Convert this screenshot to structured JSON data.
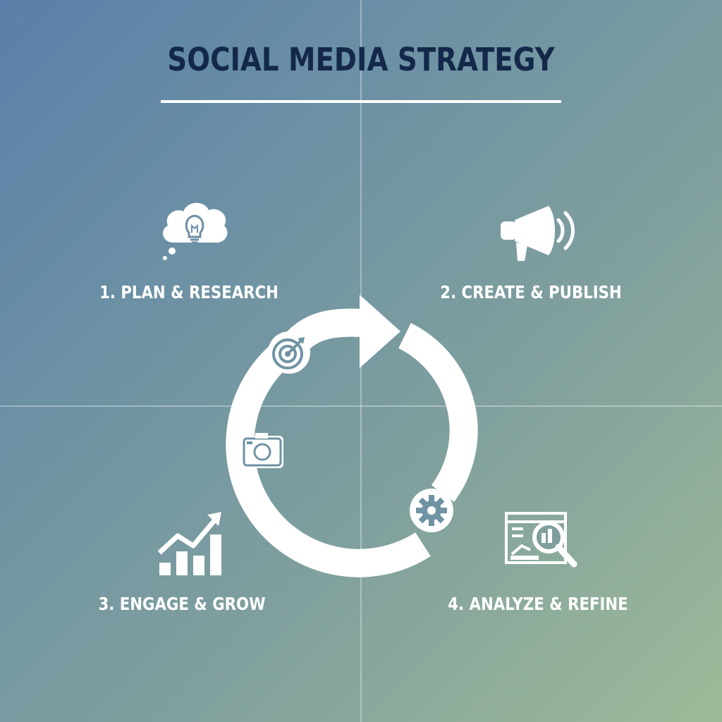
{
  "title": "SOCIAL MEDIA STRATEGY",
  "steps": [
    {
      "label": "1. PLAN & RESEARCH",
      "icon": "lightbulb-cloud-icon"
    },
    {
      "label": "2. CREATE & PUBLISH",
      "icon": "megaphone-icon"
    },
    {
      "label": "3. ENGAGE & GROW",
      "icon": "growth-chart-icon"
    },
    {
      "label": "4. ANALYZE & REFINE",
      "icon": "analytics-magnifier-icon"
    }
  ],
  "cycle_icons": [
    "target-icon",
    "camera-icon",
    "gear-icon"
  ],
  "colors": {
    "title": "#13284a",
    "foreground": "#ffffff"
  }
}
